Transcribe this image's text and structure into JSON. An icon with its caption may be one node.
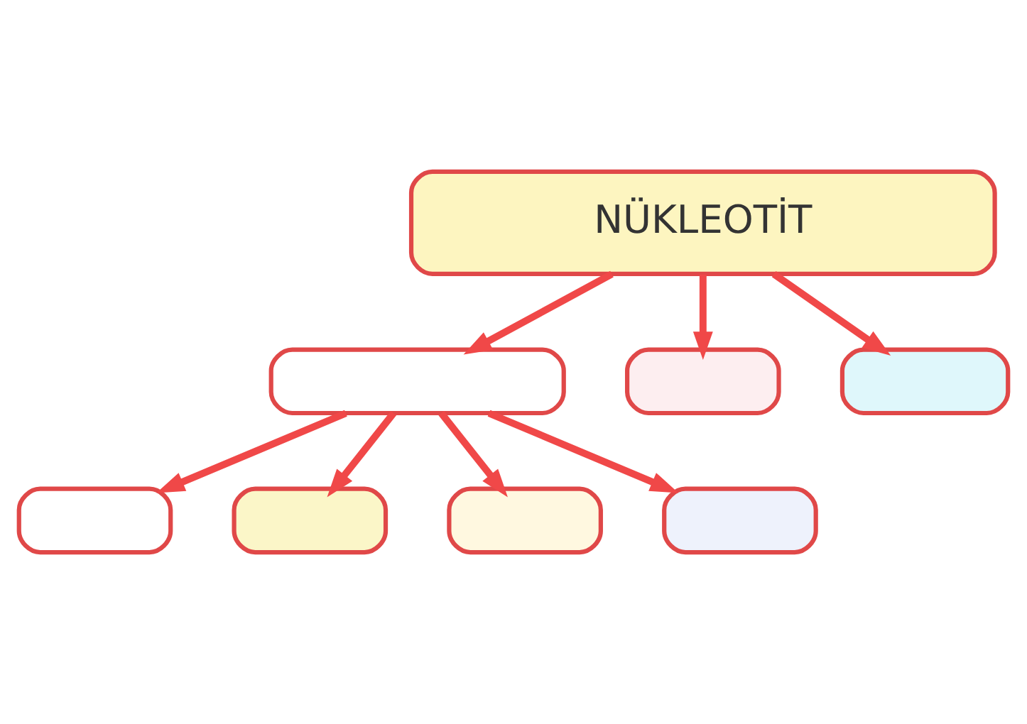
{
  "diagram": {
    "nodes": [
      {
        "text": [
          "NÜKLEOTİT"
        ]
      },
      {
        "text": [],
        "shape": "box"
      },
      {
        "text": [],
        "shape": "box"
      },
      {
        "text": [],
        "shape": "box"
      },
      {
        "text": [],
        "shape": "box"
      },
      {
        "text": [],
        "shape": "box"
      },
      {
        "text": [],
        "shape": "box"
      },
      {
        "text": [],
        "shape": "box"
      }
    ],
    "edges": [
      {
        "from": 0,
        "to": 1,
        "arrow": "to"
      },
      {
        "from": 0,
        "to": 2,
        "arrow": "to"
      },
      {
        "from": 0,
        "to": 3,
        "arrow": "to"
      },
      {
        "from": 1,
        "to": 4,
        "arrow": "to"
      },
      {
        "from": 1,
        "to": 5,
        "arrow": "to"
      },
      {
        "from": 1,
        "to": 6,
        "arrow": "to"
      },
      {
        "from": 1,
        "to": 7,
        "arrow": "to"
      }
    ]
  }
}
